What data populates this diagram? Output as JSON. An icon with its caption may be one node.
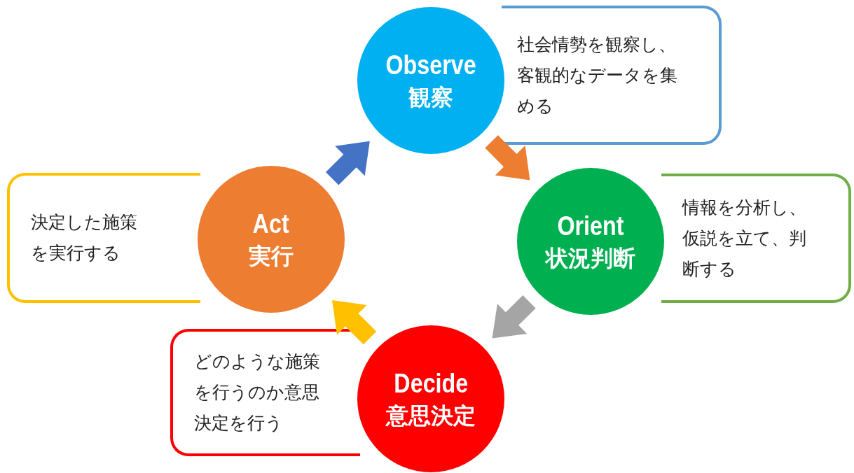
{
  "diagram": {
    "nodes": [
      {
        "text": [
          "Observe",
          "観察"
        ]
      },
      {
        "text": [
          "社会情勢を観察し、客観的なデータを集める"
        ]
      },
      {
        "text": [
          "決定した施策を実行する"
        ]
      },
      {
        "text": [
          "Act",
          "実行"
        ]
      },
      {
        "text": [
          "Orient",
          "状況判断"
        ]
      },
      {
        "text": [
          "情報を分析し、仮説を立て、判断する"
        ]
      },
      {
        "text": [
          "どのような施策を行うのか意思決定を行う"
        ]
      },
      {
        "text": [
          "Decide",
          "意思決定"
        ]
      }
    ],
    "edges": [
      {
        "from": 3,
        "to": 0,
        "arrow": "to",
        "style": "thick",
        "color": "#4472c4"
      },
      {
        "from": 0,
        "to": 4,
        "arrow": "to",
        "style": "thick",
        "color": "#ed7d31"
      },
      {
        "from": 4,
        "to": 7,
        "arrow": "to",
        "style": "thick",
        "color": "#a5a5a5"
      },
      {
        "from": 7,
        "to": 3,
        "arrow": "to",
        "style": "thick",
        "color": "#ffc000"
      }
    ]
  }
}
